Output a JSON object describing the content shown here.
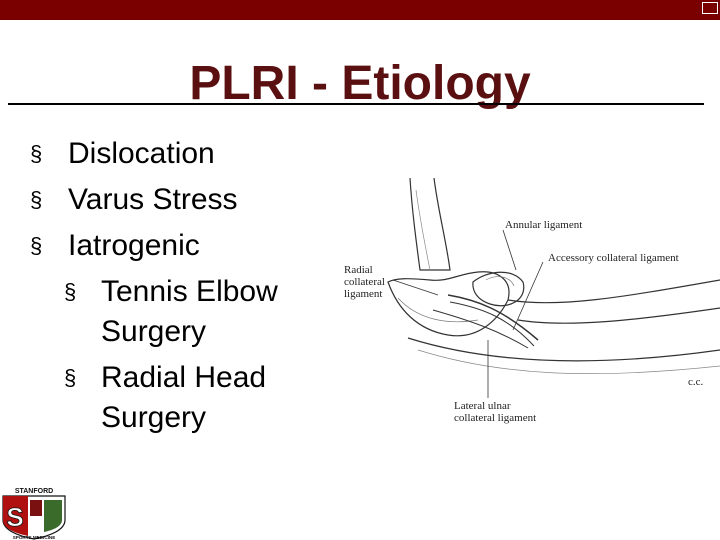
{
  "slide": {
    "title": "PLRI - Etiology",
    "bullets": [
      {
        "text": "Dislocation",
        "level": 1
      },
      {
        "text": "Varus Stress",
        "level": 1
      },
      {
        "text": "Iatrogenic",
        "level": 1
      },
      {
        "text": "Tennis Elbow Surgery",
        "level": 2
      },
      {
        "text": "Radial Head Surgery",
        "level": 2
      }
    ],
    "bullet_glyph": "§"
  },
  "illustration": {
    "labels": {
      "annular": "Annular ligament",
      "accessory": "Accessory collateral ligament",
      "radial_1": "Radial",
      "radial_2": "collateral",
      "radial_3": "ligament",
      "lateral_1": "Lateral ulnar",
      "lateral_2": "collateral ligament",
      "signature": "c.c."
    }
  },
  "logo": {
    "top_text": "STANFORD",
    "bottom_text": "SPORTS MEDICINE",
    "letter": "S"
  },
  "colors": {
    "accent_bar": "#7a0000",
    "title": "#5a1010",
    "logo_red": "#b01010",
    "logo_green": "#3a6b2a"
  }
}
